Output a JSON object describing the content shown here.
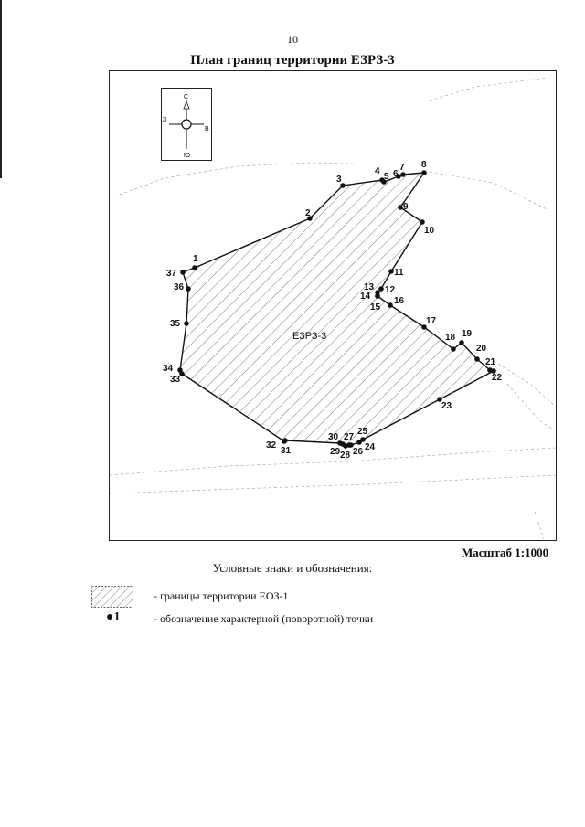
{
  "page_number": "10",
  "title": "План границ территории ЕЗРЗ-3",
  "compass": {
    "north": "С",
    "south": "Ю",
    "west": "З",
    "east": "В"
  },
  "map": {
    "zone_label": "ЕЗРЗ-3",
    "points": [
      {
        "n": "1"
      },
      {
        "n": "2"
      },
      {
        "n": "3"
      },
      {
        "n": "4"
      },
      {
        "n": "5"
      },
      {
        "n": "6"
      },
      {
        "n": "7"
      },
      {
        "n": "8"
      },
      {
        "n": "9"
      },
      {
        "n": "10"
      },
      {
        "n": "11"
      },
      {
        "n": "12"
      },
      {
        "n": "13"
      },
      {
        "n": "14"
      },
      {
        "n": "15"
      },
      {
        "n": "16"
      },
      {
        "n": "17"
      },
      {
        "n": "18"
      },
      {
        "n": "19"
      },
      {
        "n": "20"
      },
      {
        "n": "21"
      },
      {
        "n": "22"
      },
      {
        "n": "23"
      },
      {
        "n": "24"
      },
      {
        "n": "25"
      },
      {
        "n": "26"
      },
      {
        "n": "27"
      },
      {
        "n": "28"
      },
      {
        "n": "29"
      },
      {
        "n": "30"
      },
      {
        "n": "31"
      },
      {
        "n": "32"
      },
      {
        "n": "33"
      },
      {
        "n": "34"
      },
      {
        "n": "35"
      },
      {
        "n": "36"
      },
      {
        "n": "37"
      }
    ]
  },
  "scale": "Масштаб 1:1000",
  "legend": {
    "title": "Условные знаки и обозначения:",
    "area_text": "- границы территории ЕОЗ-1",
    "point_symbol": "●1",
    "point_text": "- обозначение характерной (поворотной) точки"
  },
  "colors": {
    "ink": "#111111",
    "hatch": "#555555",
    "faint": "#9a9a9a"
  }
}
